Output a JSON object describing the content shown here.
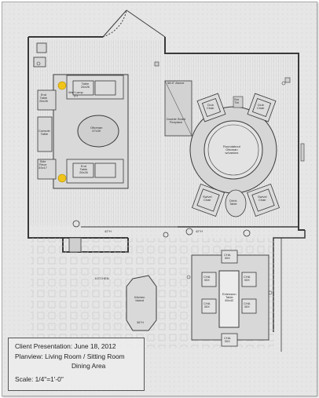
{
  "labels": {
    "table_top": "Table\n26x26",
    "lamp_top": "Wall Lamp\n(2)",
    "end_table_left": "End\nTable\n26x26",
    "side_piece_left": "Side\nPiece\n33x17",
    "console_left": "Console\nTable",
    "ottoman_center": "Ottoman\n47x30",
    "end_table_lower": "End\nTable\n26x26",
    "round_center": "Roundabout\nOttoman\nw/castors",
    "above": "58.5\" Above",
    "fireplace": "Double Sided\nFireplace",
    "chair_tl": "Club\nChair",
    "chair_tr": "Club\nChair",
    "small_table": "Sm\nTbl",
    "chair_bl": "Swivel\nChair",
    "chair_br": "Swivel\nChair",
    "small_round": "Drink\nTable",
    "height_left": "42\"H",
    "height_right": "42\"H",
    "kitchen": "KITCHEN",
    "island": "Kitchen\nIsland",
    "island_height": "36\"H",
    "dining_table": "Extension\nTable\n84x42",
    "chair_1": "CHA\n30X",
    "chair_2": "CHA\n30X",
    "chair_3": "CHA\n30X",
    "chair_4": "CHA\n30X",
    "chair_5": "CHA\n30X",
    "chair_6": "CHA\n30X"
  },
  "title_block": {
    "line1": "Client Presentation: June 18, 2012",
    "line2": "Planview: Living Room / Sitting Room",
    "line3": "Dining Area",
    "line4": "Scale: 1/4\"=1'-0\""
  },
  "colors": {
    "paper": "#e6e6e6",
    "ink": "#3a3a3a",
    "lamp": "#f0c419"
  }
}
